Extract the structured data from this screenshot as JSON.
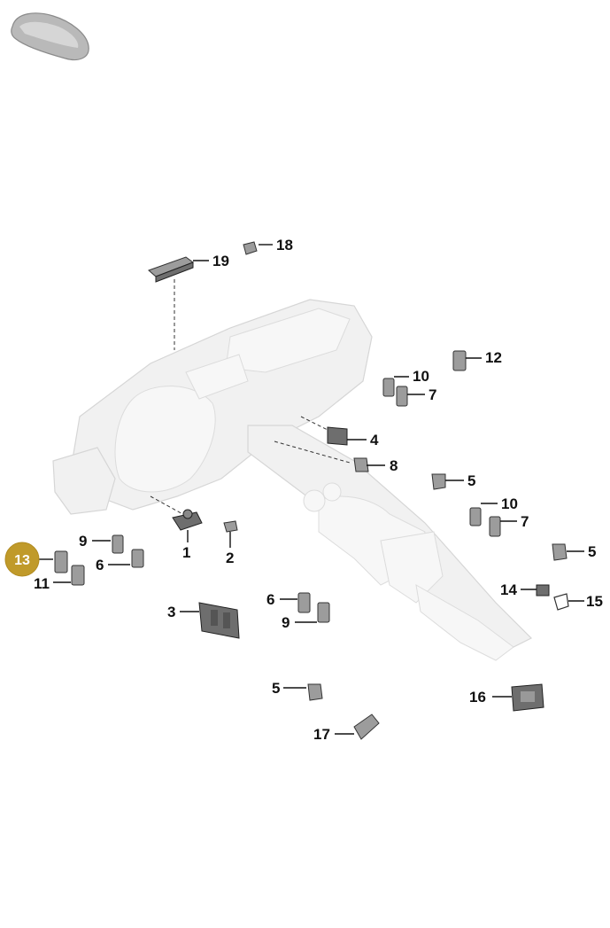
{
  "callouts": [
    {
      "id": "c18",
      "label": "18"
    },
    {
      "id": "c19",
      "label": "19"
    },
    {
      "id": "c12",
      "label": "12"
    },
    {
      "id": "c10a",
      "label": "10"
    },
    {
      "id": "c7a",
      "label": "7"
    },
    {
      "id": "c4",
      "label": "4"
    },
    {
      "id": "c8",
      "label": "8"
    },
    {
      "id": "c5a",
      "label": "5"
    },
    {
      "id": "c10b",
      "label": "10"
    },
    {
      "id": "c7b",
      "label": "7"
    },
    {
      "id": "c5b",
      "label": "5"
    },
    {
      "id": "c9a",
      "label": "9"
    },
    {
      "id": "c6a",
      "label": "6"
    },
    {
      "id": "c1",
      "label": "1"
    },
    {
      "id": "c2",
      "label": "2"
    },
    {
      "id": "c11",
      "label": "11"
    },
    {
      "id": "c14",
      "label": "14"
    },
    {
      "id": "c15",
      "label": "15"
    },
    {
      "id": "c3",
      "label": "3"
    },
    {
      "id": "c6b",
      "label": "6"
    },
    {
      "id": "c9b",
      "label": "9"
    },
    {
      "id": "c16",
      "label": "16"
    },
    {
      "id": "c5c",
      "label": "5"
    },
    {
      "id": "c17",
      "label": "17"
    }
  ],
  "highlight": {
    "label": "13",
    "color": "#c09a2a"
  }
}
